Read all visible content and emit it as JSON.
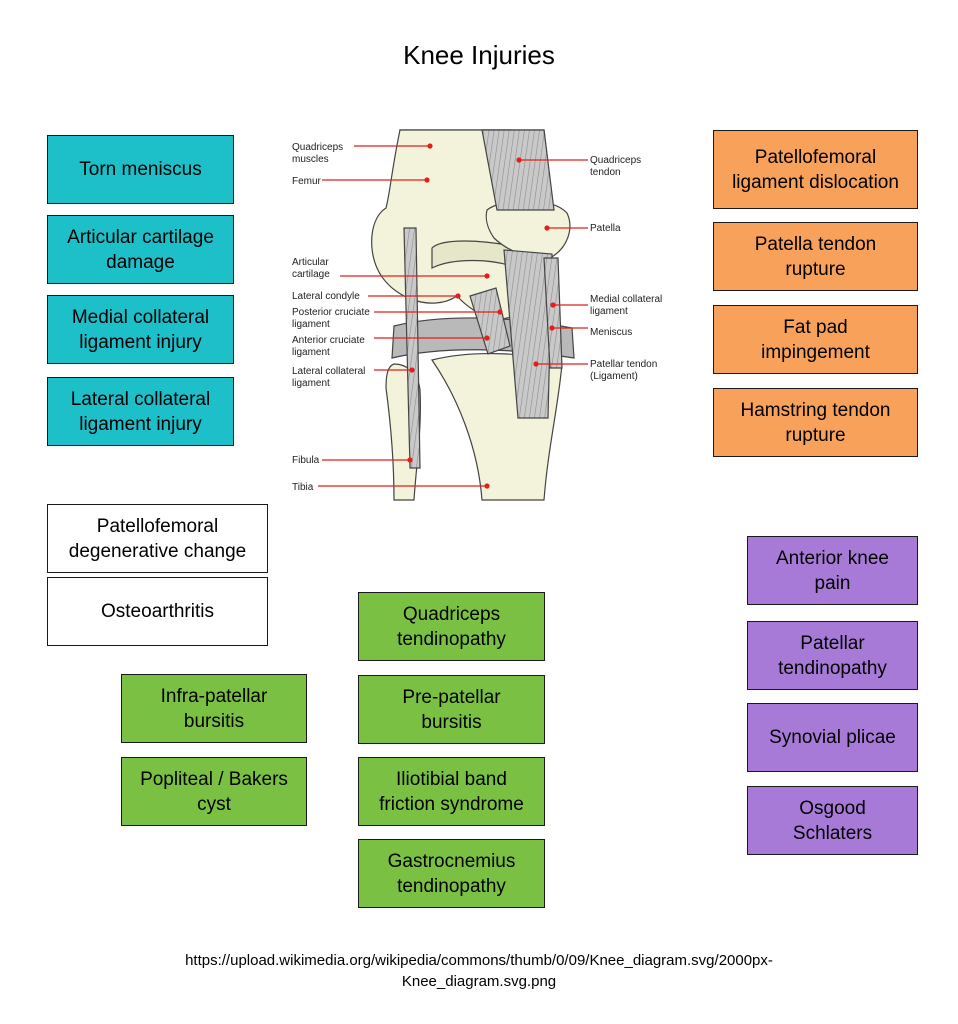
{
  "title": "Knee Injuries",
  "colors": {
    "teal": "#1dbfc8",
    "orange": "#f8a15b",
    "green": "#7ac143",
    "purple": "#a77ad8",
    "pointer": "#e0201b"
  },
  "boxes": {
    "teal": [
      "Torn meniscus",
      "Articular cartilage\ndamage",
      "Medial collateral\nligament injury",
      "Lateral collateral\nligament injury"
    ],
    "orange": [
      "Patellofemoral\nligament dislocation",
      "Patella tendon\nrupture",
      "Fat pad\nimpingement",
      "Hamstring tendon\nrupture"
    ],
    "white": [
      "Patellofemoral\ndegenerative change",
      "Osteoarthritis"
    ],
    "green_left": [
      "Infra-patellar\nbursitis",
      "Popliteal / Bakers\ncyst"
    ],
    "green_center": [
      "Quadriceps\ntendinopathy",
      "Pre-patellar\nbursitis",
      "Iliotibial band\nfriction syndrome",
      "Gastrocnemius\ntendinopathy"
    ],
    "purple": [
      "Anterior knee\npain",
      "Patellar\ntendinopathy",
      "Synovial plicae",
      "Osgood\nSchlaters"
    ]
  },
  "diagram": {
    "left_labels": [
      [
        "Quadriceps",
        "muscles"
      ],
      [
        "Femur"
      ],
      [
        "Articular",
        "cartilage"
      ],
      [
        "Lateral condyle"
      ],
      [
        "Posterior cruciate",
        "ligament"
      ],
      [
        "Anterior cruciate",
        "ligament"
      ],
      [
        "Lateral collateral",
        "ligament"
      ],
      [
        "Fibula"
      ],
      [
        "Tibia"
      ]
    ],
    "right_labels": [
      [
        "Quadriceps",
        "tendon"
      ],
      [
        "Patella"
      ],
      [
        "Medial collateral",
        "ligament"
      ],
      [
        "Meniscus"
      ],
      [
        "Patellar tendon",
        "(Ligament)"
      ]
    ]
  },
  "footer": "https://upload.wikimedia.org/wikipedia/commons/thumb/0/09/Knee_diagram.svg/2000px-\nKnee_diagram.svg.png"
}
